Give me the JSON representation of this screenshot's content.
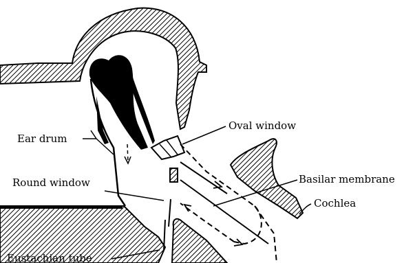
{
  "labels": {
    "ear_drum": "Ear drum",
    "round_window": "Round window",
    "eustachian_tube": "Eustachian tube",
    "oval_window": "Oval window",
    "basilar_membrane": "Basilar membrane",
    "cochlea": "Cochlea"
  },
  "colors": {
    "ink": "#000000",
    "background": "#ffffff"
  }
}
